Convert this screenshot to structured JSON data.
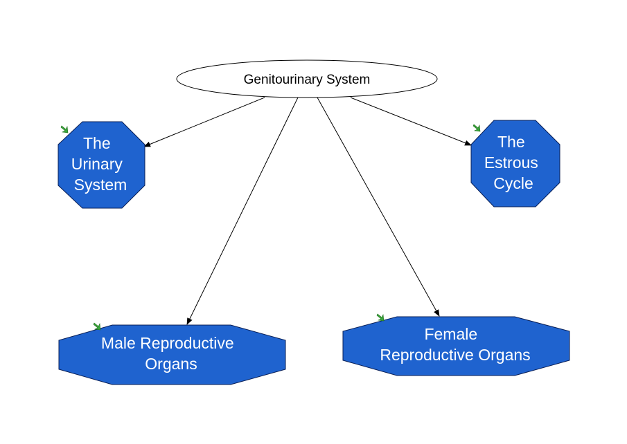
{
  "root": {
    "label": "Genitourinary System"
  },
  "nodes": [
    {
      "id": "urinary",
      "lines": [
        "The",
        "Urinary",
        "System"
      ]
    },
    {
      "id": "estrous",
      "lines": [
        "The",
        "Estrous",
        "Cycle"
      ]
    },
    {
      "id": "male",
      "lines": [
        "Male Reproductive",
        "Organs"
      ]
    },
    {
      "id": "female",
      "lines": [
        "Female",
        "Reproductive Organs"
      ]
    }
  ],
  "colors": {
    "node_fill": "#1f63cf",
    "node_stroke": "#0a1f55",
    "edge": "#000000",
    "link_arrow": "#3aa63a"
  },
  "icons": {
    "link": "green-link-arrow-icon"
  }
}
